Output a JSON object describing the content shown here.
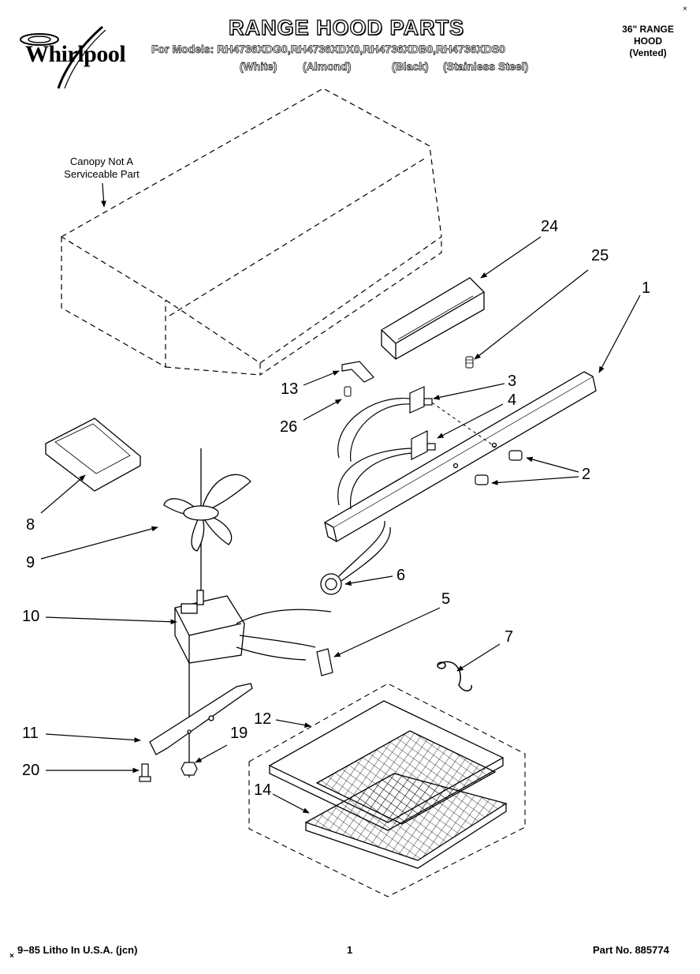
{
  "brand": {
    "name": "Whirlpool"
  },
  "header": {
    "title": "RANGE HOOD PARTS",
    "models_line": "For Models: RH4736XDG0,RH4736XDX0,RH4736XDB0,RH4736XDS0",
    "variants": [
      "(White)",
      "(Almond)",
      "(Black)",
      "(Stainless Steel)"
    ],
    "type_lines": [
      "36\" RANGE",
      "HOOD",
      "(Vented)"
    ],
    "corner_mark": "×"
  },
  "canopy_note": [
    "Canopy Not A",
    "Serviceable Part"
  ],
  "callouts": [
    "24",
    "25",
    "1",
    "13",
    "3",
    "26",
    "4",
    "2",
    "8",
    "9",
    "6",
    "10",
    "5",
    "7",
    "12",
    "11",
    "19",
    "20",
    "14"
  ],
  "footer": {
    "left": "9–85 Litho In U.S.A. (jcn)",
    "left_mark": "×",
    "center": "1",
    "right": "Part No. 885774"
  }
}
